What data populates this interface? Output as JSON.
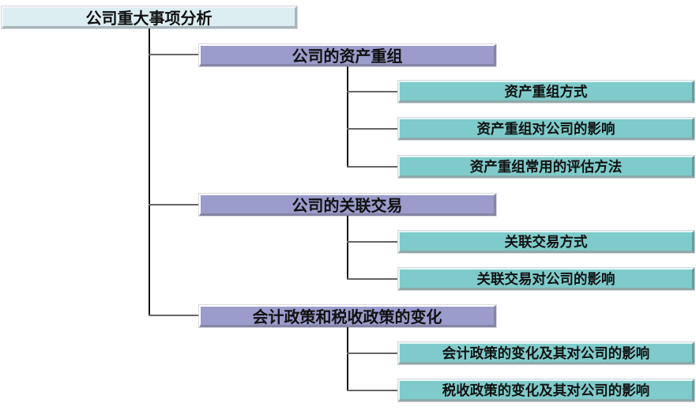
{
  "diagram": {
    "type": "hierarchy-tree",
    "colors": {
      "root_fill": "#ddeef2",
      "level1_fill": "#9b9bcc",
      "level2_fill": "#7fcbcb",
      "connector": "#111111",
      "text": "#111111"
    },
    "root": {
      "label": "公司重大事项分析"
    },
    "groups": [
      {
        "label": "公司的资产重组",
        "children": [
          {
            "label": "资产重组方式"
          },
          {
            "label": "资产重组对公司的影响"
          },
          {
            "label": "资产重组常用的评估方法"
          }
        ]
      },
      {
        "label": "公司的关联交易",
        "children": [
          {
            "label": "关联交易方式"
          },
          {
            "label": "关联交易对公司的影响"
          }
        ]
      },
      {
        "label": "会计政策和税收政策的变化",
        "children": [
          {
            "label": "会计政策的变化及其对公司的影响"
          },
          {
            "label": "税收政策的变化及其对公司的影响"
          }
        ]
      }
    ]
  }
}
